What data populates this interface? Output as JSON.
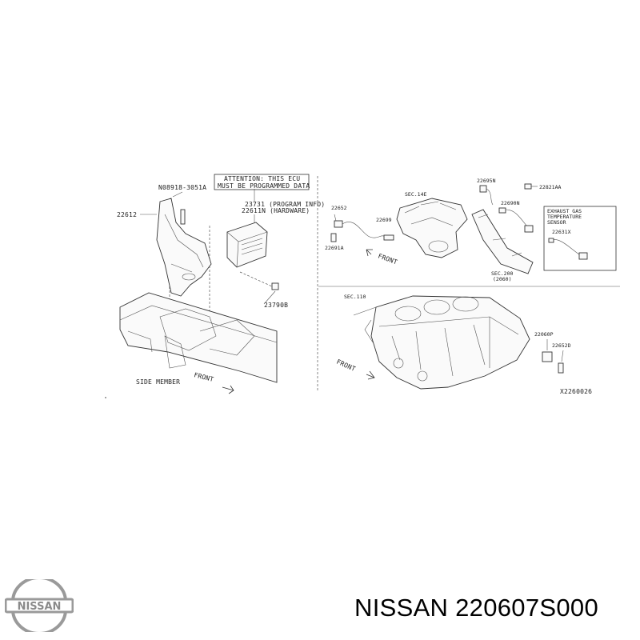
{
  "attention_note": {
    "line1": "ATTENTION: THIS ECU",
    "line2": "MUST BE PROGRAMMED DATA"
  },
  "callouts": {
    "bolt": "N08918-3051A",
    "bracket": "22612",
    "ecu_program": "23731 (PROGRAM INFO)",
    "ecu_hardware": "22611N (HARDWARE)",
    "nut": "23790B",
    "side_member": "SIDE MEMBER",
    "front_left": "FRONT",
    "sensor_a": "22652",
    "sensor_b": "22691A",
    "sensor_c": "22699",
    "manifold": "SEC.14E",
    "front_top": "FRONT",
    "sensor_d": "22695N",
    "sensor_e": "22821AA",
    "sensor_f": "22690N",
    "exhaust_line1": "EXHAUST GAS",
    "exhaust_line2": "TEMPERATURE",
    "exhaust_line3": "SENSOR",
    "exhaust_part": "22631X",
    "converter_sec": "SEC.200",
    "converter_code": "(2060)",
    "block_sec": "SEC.110",
    "knock_a": "22060P",
    "knock_b": "22652D",
    "front_bottom": "FRONT",
    "diagram_code": "X2260026"
  },
  "footer": {
    "brand": "NISSAN",
    "part_title": "NISSAN 220607S000"
  },
  "colors": {
    "line": "#333333",
    "text": "#000000",
    "logo_gray": "#9a9a9a"
  }
}
